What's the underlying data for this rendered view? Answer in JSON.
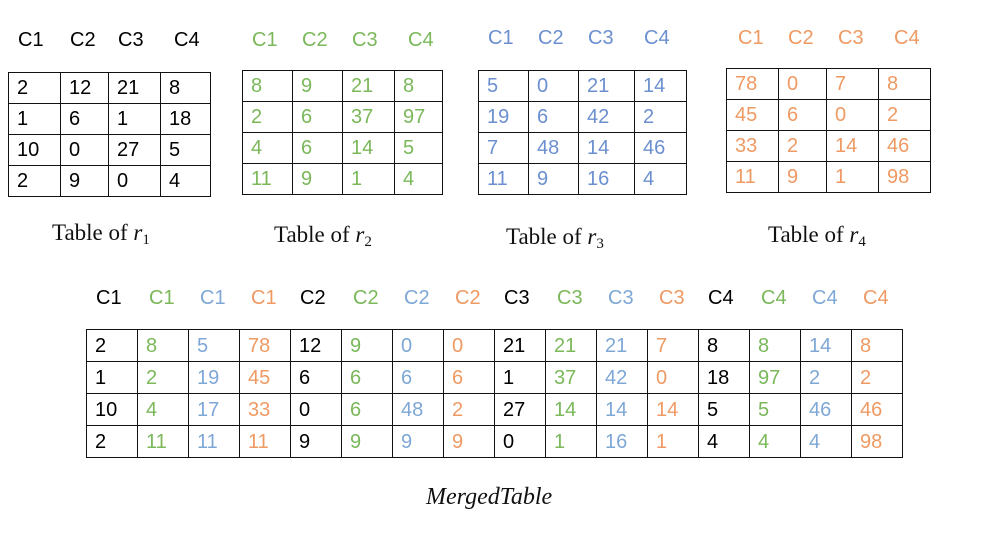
{
  "colors": {
    "r1": "#000000",
    "r2": "#7ab85a",
    "r3": "#6b8fcf",
    "r3_merged": "#7ea7d6",
    "r4": "#ef9a63"
  },
  "tables": [
    {
      "id": "r1",
      "headers": [
        "C1",
        "C2",
        "C3",
        "C4"
      ],
      "rows": [
        [
          "2",
          "12",
          "21",
          "8"
        ],
        [
          "1",
          "6",
          "1",
          "18"
        ],
        [
          "10",
          "0",
          "27",
          "5"
        ],
        [
          "2",
          "9",
          "0",
          "4"
        ]
      ],
      "caption_prefix": "Table of",
      "caption_var": "r",
      "caption_sub": "1"
    },
    {
      "id": "r2",
      "headers": [
        "C1",
        "C2",
        "C3",
        "C4"
      ],
      "rows": [
        [
          "8",
          "9",
          "21",
          "8"
        ],
        [
          "2",
          "6",
          "37",
          "97"
        ],
        [
          "4",
          "6",
          "14",
          "5"
        ],
        [
          "11",
          "9",
          "1",
          "4"
        ]
      ],
      "caption_prefix": "Table of",
      "caption_var": "r",
      "caption_sub": "2"
    },
    {
      "id": "r3",
      "headers": [
        "C1",
        "C2",
        "C3",
        "C4"
      ],
      "rows": [
        [
          "5",
          "0",
          "21",
          "14"
        ],
        [
          "19",
          "6",
          "42",
          "2"
        ],
        [
          "7",
          "48",
          "14",
          "46"
        ],
        [
          "11",
          "9",
          "16",
          "4"
        ]
      ],
      "caption_prefix": "Table of",
      "caption_var": "r",
      "caption_sub": "3"
    },
    {
      "id": "r4",
      "headers": [
        "C1",
        "C2",
        "C3",
        "C4"
      ],
      "rows": [
        [
          "78",
          "0",
          "7",
          "8"
        ],
        [
          "45",
          "6",
          "0",
          "2"
        ],
        [
          "33",
          "2",
          "14",
          "46"
        ],
        [
          "11",
          "9",
          "1",
          "98"
        ]
      ],
      "caption_prefix": "Table of",
      "caption_var": "r",
      "caption_sub": "4"
    }
  ],
  "merged": {
    "headers": [
      "C1",
      "C1",
      "C1",
      "C1",
      "C2",
      "C2",
      "C2",
      "C2",
      "C3",
      "C3",
      "C3",
      "C3",
      "C4",
      "C4",
      "C4",
      "C4"
    ],
    "column_sources": [
      "r1",
      "r2",
      "r3",
      "r4",
      "r1",
      "r2",
      "r3",
      "r4",
      "r1",
      "r2",
      "r3",
      "r4",
      "r1",
      "r2",
      "r3",
      "r4"
    ],
    "rows": [
      [
        "2",
        "8",
        "5",
        "78",
        "12",
        "9",
        "0",
        "0",
        "21",
        "21",
        "21",
        "7",
        "8",
        "8",
        "14",
        "8"
      ],
      [
        "1",
        "2",
        "19",
        "45",
        "6",
        "6",
        "6",
        "6",
        "1",
        "37",
        "42",
        "0",
        "18",
        "97",
        "2",
        "2"
      ],
      [
        "10",
        "4",
        "17",
        "33",
        "0",
        "6",
        "48",
        "2",
        "27",
        "14",
        "14",
        "14",
        "5",
        "5",
        "46",
        "46"
      ],
      [
        "2",
        "11",
        "11",
        "11",
        "9",
        "9",
        "9",
        "9",
        "0",
        "1",
        "16",
        "1",
        "4",
        "4",
        "4",
        "98"
      ]
    ],
    "caption": "MergedTable"
  }
}
